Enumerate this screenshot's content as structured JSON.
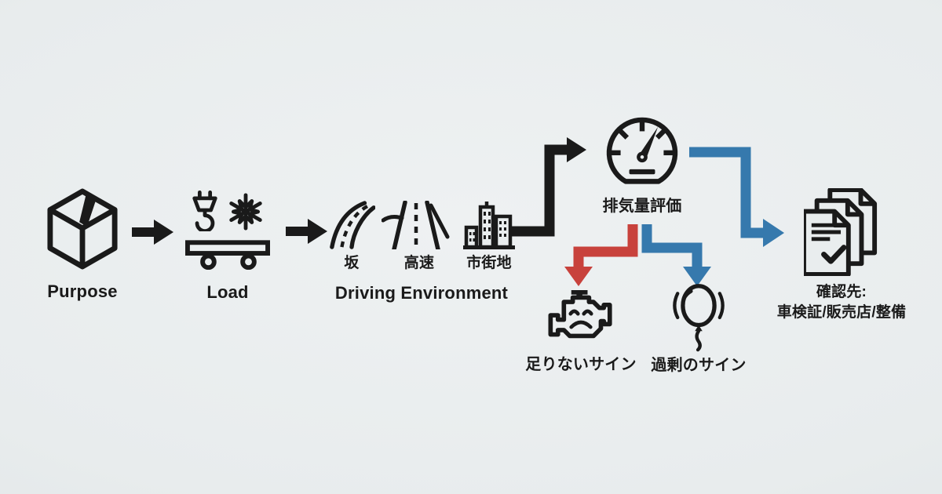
{
  "colors": {
    "background": "#e9edee",
    "ink": "#1a1a1a",
    "red": "#c8423c",
    "blue": "#3679ad"
  },
  "flow": {
    "purpose": {
      "label": "Purpose",
      "icon": "package-box-icon"
    },
    "load": {
      "label": "Load",
      "icons": [
        "crane-hook-icon",
        "snowflake-icon",
        "flatbed-trailer-icon"
      ]
    },
    "driving_environment": {
      "label": "Driving Environment",
      "items": [
        {
          "label": "坂",
          "icon": "curved-road-icon"
        },
        {
          "label": "高速",
          "icon": "highway-road-icon"
        },
        {
          "label": "市街地",
          "icon": "city-buildings-icon"
        }
      ]
    },
    "evaluation": {
      "label": "排気量評価",
      "icon": "gauge-icon"
    },
    "insufficient": {
      "label": "足りないサイン",
      "icon": "engine-warning-icon",
      "arrow_color": "#c8423c"
    },
    "excess": {
      "label": "過剰のサイン",
      "icon": "balloon-icon",
      "arrow_color": "#3679ad"
    },
    "check_sources": {
      "label_line1": "確認先:",
      "label_line2": "車検証/販売店/整備",
      "icon": "documents-icon",
      "arrow_color": "#3679ad"
    }
  }
}
